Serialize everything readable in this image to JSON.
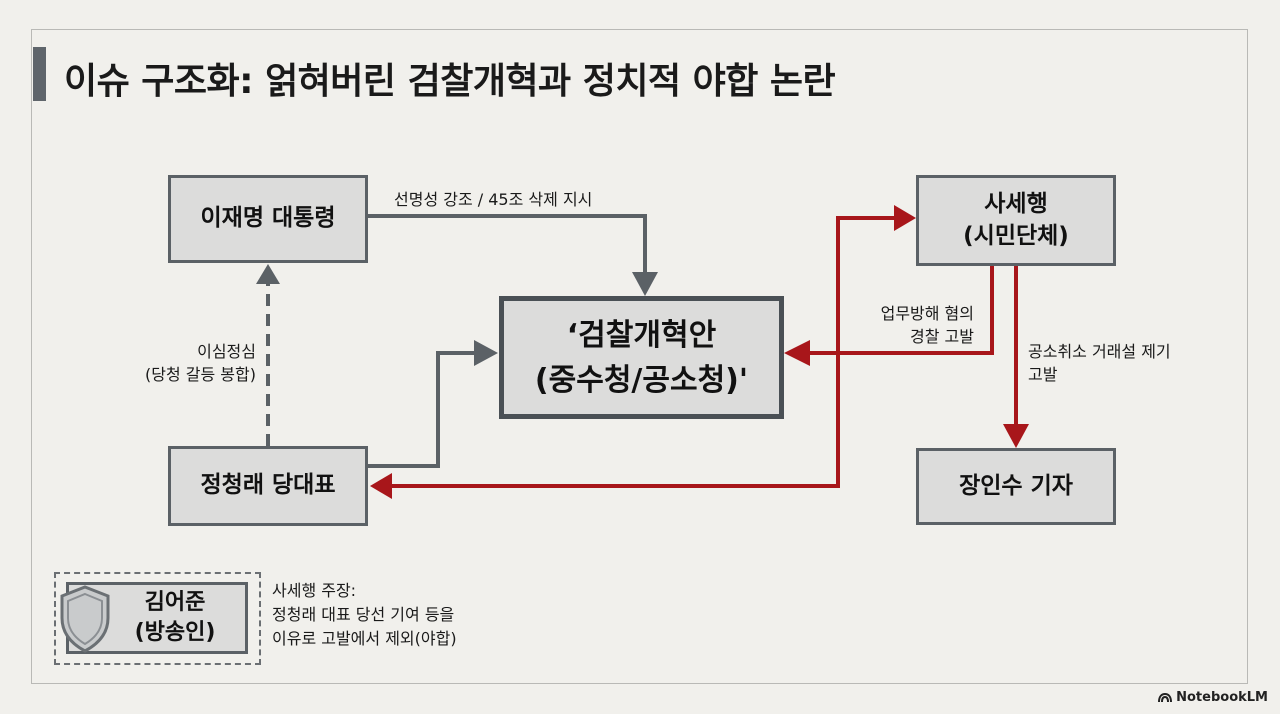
{
  "title": "이슈 구조화: 얽혀버린 검찰개혁과 정치적 야합 논란",
  "nodes": {
    "president": "이재명 대통령",
    "reform_line1": "‘검찰개혁안",
    "reform_line2": "(중수청/공소청)'",
    "party_leader": "정청래 당대표",
    "sasehaeng_line1": "사세행",
    "sasehaeng_line2": "(시민단체)",
    "reporter": "장인수 기자"
  },
  "edge_labels": {
    "president_to_reform": "선명성 강조 / 45조 삭제 지시",
    "party_to_president_line1": "이심정심",
    "party_to_president_line2": "(당청 갈등 봉합)",
    "sasehaeng_to_reform_line1": "업무방해 혐의",
    "sasehaeng_to_reform_line2": "경찰 고발",
    "sasehaeng_to_reporter_line1": "공소취소 거래설 제기",
    "sasehaeng_to_reporter_line2": "고발"
  },
  "note": {
    "name_line1": "김어준",
    "name_line2": "(방송인)",
    "text_line1": "사세행 주장:",
    "text_line2": "정청래 대표 당선 기여 등을",
    "text_line3": "이유로 고발에서 제외(야합)"
  },
  "brand": "NotebookLM",
  "colors": {
    "gray_connector": "#5b6166",
    "red_connector": "#a8161a",
    "box_fill": "#dcdcdb",
    "background": "#f1f0ec"
  },
  "icons": [
    "shield-icon",
    "notebooklm-logo-icon"
  ]
}
